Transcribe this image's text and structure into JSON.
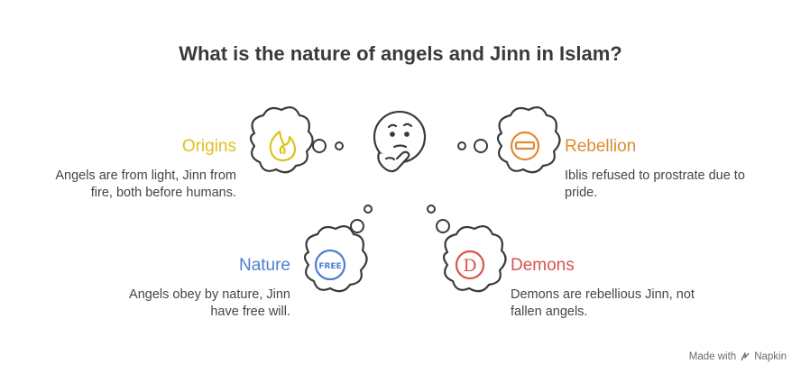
{
  "title": "What is the nature of angels and Jinn in Islam?",
  "colors": {
    "origins": "#dcc21c",
    "rebellion": "#e08a33",
    "nature": "#4a7fd3",
    "demons": "#d9534f",
    "outline": "#3a3a3a"
  },
  "sections": {
    "origins": {
      "heading": "Origins",
      "text": "Angels are from light, Jinn from fire, both before humans.",
      "icon": "flame-icon"
    },
    "rebellion": {
      "heading": "Rebellion",
      "text": "Iblis refused to prostrate due to pride.",
      "icon": "minus-circle-icon"
    },
    "nature": {
      "heading": "Nature",
      "text": "Angels obey by nature, Jinn have free will.",
      "icon": "free-badge-icon",
      "badge": "FREE"
    },
    "demons": {
      "heading": "Demons",
      "text": "Demons are rebellious Jinn, not fallen angels.",
      "icon": "d-circle-icon",
      "badge": "D"
    }
  },
  "center_icon": "thinking-face-icon",
  "footer": {
    "made_with": "Made with",
    "brand": "Napkin"
  }
}
